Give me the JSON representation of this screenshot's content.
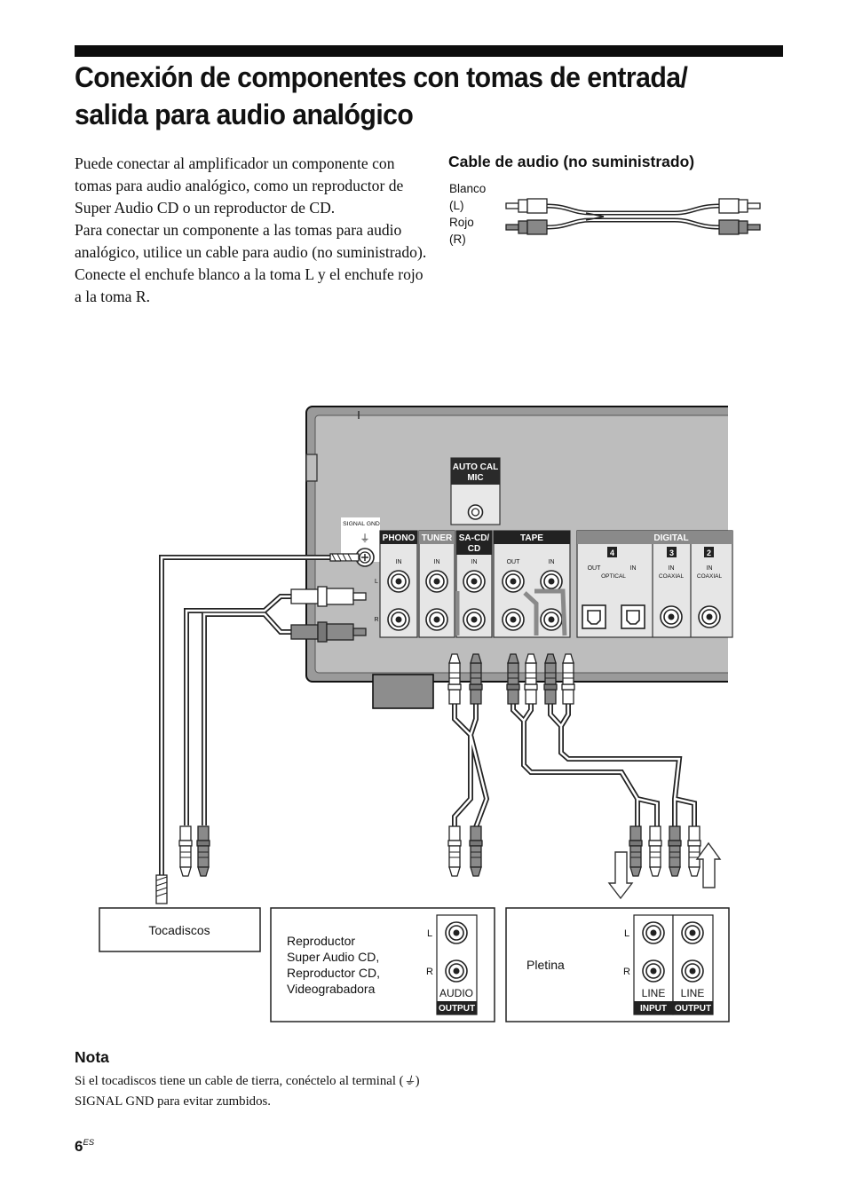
{
  "page": {
    "title_line1": "Conexión de componentes con tomas de entrada/",
    "title_line2": "salida para audio analógico",
    "intro": [
      "Puede conectar al amplificador un componente con tomas para audio analógico, como un reproductor de Super Audio CD o un reproductor de CD.",
      "Para conectar un componente a las tomas para audio analógico, utilice un cable para audio (no suministrado).",
      "Conecte el enchufe blanco a la toma L y el enchufe rojo a la toma R."
    ],
    "page_number": "6",
    "page_suffix": "ES"
  },
  "cable": {
    "heading": "Cable de audio (no suministrado)",
    "label_white": "Blanco",
    "label_white_ch": "(L)",
    "label_red": "Rojo",
    "label_red_ch": "(R)"
  },
  "panel": {
    "auto_cal_1": "AUTO CAL",
    "auto_cal_2": "MIC",
    "signal_gnd": "SIGNAL GND",
    "phono": "PHONO",
    "tuner": "TUNER",
    "sacd_1": "SA-CD/",
    "sacd_2": "CD",
    "tape": "TAPE",
    "digital": "DIGITAL",
    "in": "IN",
    "out": "OUT",
    "l": "L",
    "r": "R",
    "num_4": "4",
    "num_3": "3",
    "num_2": "2",
    "optical": "OPTICAL",
    "coaxial": "COAXIAL"
  },
  "devices": {
    "turntable": "Tocadiscos",
    "player_lines": [
      "Reproductor",
      "Super Audio CD,",
      "Reproductor CD,",
      "Videograbadora"
    ],
    "deck": "Pletina",
    "l": "L",
    "r": "R",
    "audio": "AUDIO",
    "output": "OUTPUT",
    "line": "LINE",
    "input": "INPUT"
  },
  "note": {
    "heading": "Nota",
    "text_before": "Si el tocadiscos tiene un cable de tierra, conéctelo al terminal (",
    "gnd_symbol": "⏚",
    "text_after": ") SIGNAL GND para evitar zumbidos."
  }
}
